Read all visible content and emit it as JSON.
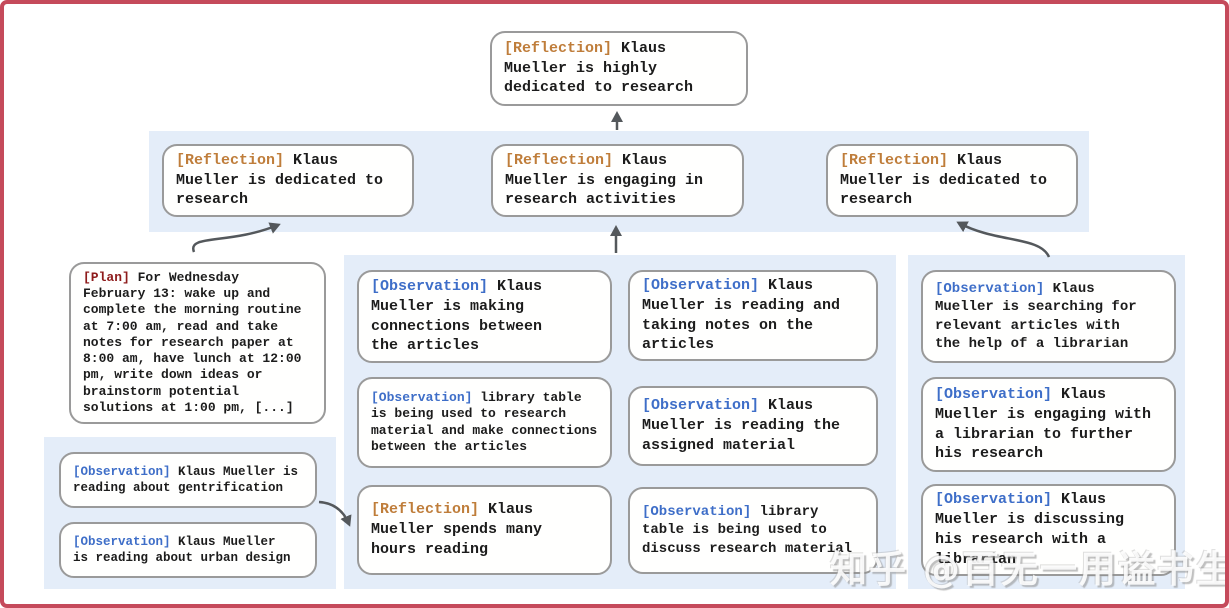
{
  "palette": {
    "frame_border": "#c54a5b",
    "cluster_band_bg": "#e4edf9",
    "box_border": "#9a9a9a",
    "text": "#1c1c1c",
    "reflection_tag": "#bf7d3a",
    "observation_tag": "#3e6ec8",
    "plan_tag": "#8e1b1b",
    "arrow": "#54585c"
  },
  "nodes": {
    "top": {
      "tag": "[Reflection]",
      "text": " Klaus\nMueller is highly\ndedicated to research"
    },
    "row2": [
      {
        "tag": "[Reflection]",
        "text": " Klaus\nMueller is dedicated to\nresearch"
      },
      {
        "tag": "[Reflection]",
        "text": " Klaus\nMueller is engaging in\nresearch activities"
      },
      {
        "tag": "[Reflection]",
        "text": " Klaus\nMueller is dedicated to\nresearch"
      }
    ],
    "plan": {
      "tag": "[Plan]",
      "text": " For Wednesday\nFebruary 13: wake up and\ncomplete the morning routine\nat 7:00 am, read and take\nnotes for research paper at\n8:00 am, have lunch at 12:00\npm, write down ideas or\nbrainstorm potential\nsolutions at 1:00 pm, [...]"
    },
    "left_obs": [
      {
        "tag": "[Observation]",
        "text": " Klaus Mueller is\nreading about gentrification"
      },
      {
        "tag": "[Observation]",
        "text": " Klaus Mueller\nis reading about urban design"
      }
    ],
    "mid_col1": [
      {
        "tag": "[Observation]",
        "text": " Klaus\nMueller is making\nconnections between\nthe articles"
      },
      {
        "tag": "[Observation]",
        "text": " library table\nis being used to research\nmaterial and make connections\nbetween the articles"
      },
      {
        "tag": "[Reflection]",
        "text": " Klaus\nMueller spends many\nhours reading"
      }
    ],
    "mid_col2": [
      {
        "tag": "[Observation]",
        "text": " Klaus\nMueller is reading and\ntaking notes on the\narticles"
      },
      {
        "tag": "[Observation]",
        "text": " Klaus\nMueller is reading the\nassigned material"
      },
      {
        "tag": "[Observation]",
        "text": " library\ntable is being used to\ndiscuss research material"
      }
    ],
    "right_col": [
      {
        "tag": "[Observation]",
        "text": " Klaus\nMueller is searching for\nrelevant articles with\nthe help of a librarian"
      },
      {
        "tag": "[Observation]",
        "text": " Klaus\nMueller is engaging with\na librarian to further\nhis research"
      },
      {
        "tag": "[Observation]",
        "text": " Klaus\nMueller is discussing\nhis research with a\nlibrarian"
      }
    ]
  },
  "edges": [
    {
      "from": "row2-reflection-2",
      "to": "top-reflection"
    },
    {
      "from": "plan",
      "to": "row2-reflection-1"
    },
    {
      "from": "middle-cluster",
      "to": "row2-reflection-2"
    },
    {
      "from": "right-cluster",
      "to": "row2-reflection-3"
    },
    {
      "from": "left-cluster",
      "to": "mid-reflection-spends-many-hours"
    }
  ],
  "watermark": {
    "text": "知乎 @百无一用谥书生"
  }
}
